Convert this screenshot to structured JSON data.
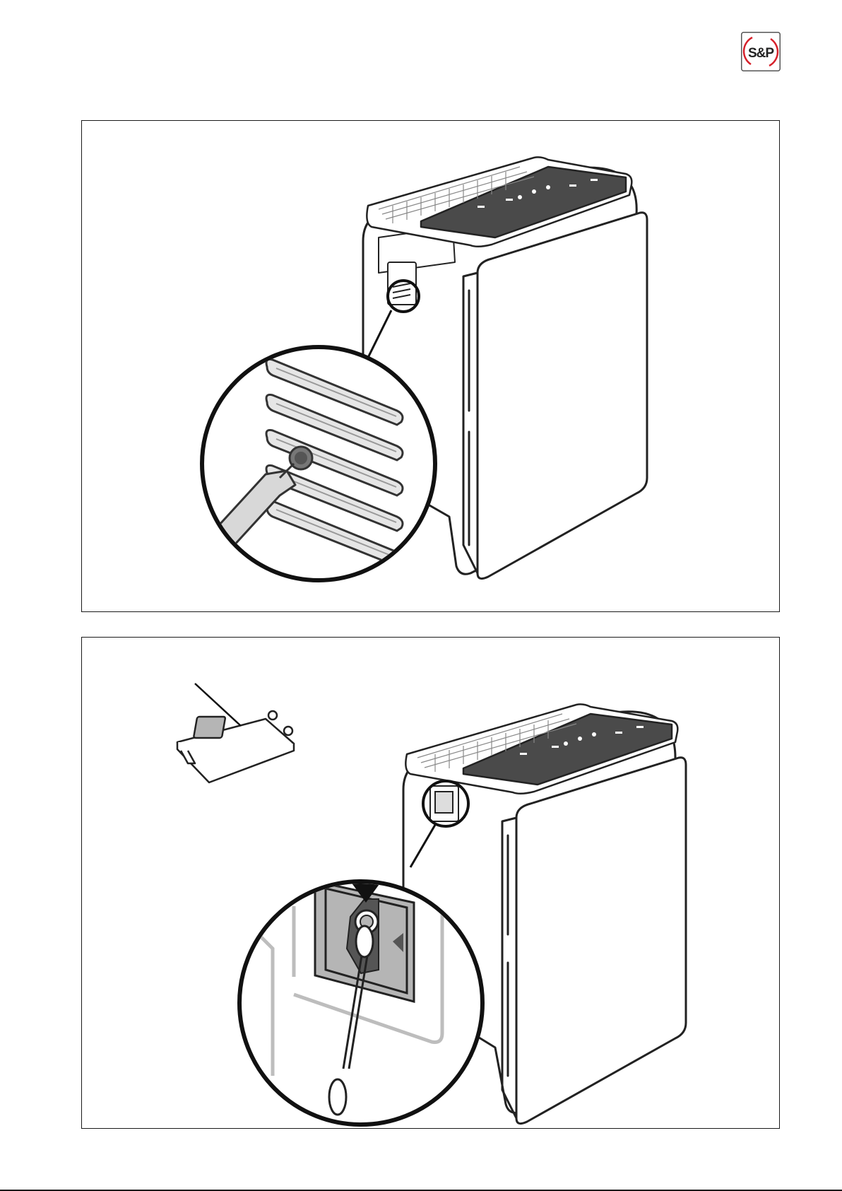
{
  "brand": {
    "logo_text": "S&P",
    "accent_color": "#d6202a"
  },
  "figures": [
    {
      "id": "figure-1",
      "content": "illustration-air-purifier-vent-pry"
    },
    {
      "id": "figure-2",
      "content": "illustration-air-purifier-sensor-cleaning"
    }
  ],
  "colors": {
    "line": "#222222",
    "control_panel": "#4a4a4a",
    "sensor_gray": "#b5b5b5",
    "sensor_dark": "#555555"
  }
}
